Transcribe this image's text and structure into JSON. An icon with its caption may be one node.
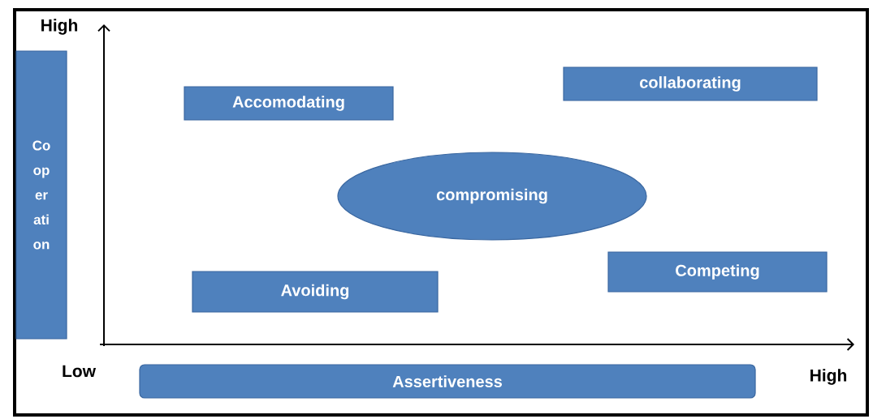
{
  "diagram": {
    "nodes": [
      {
        "text": [
          "Cooperation"
        ]
      },
      {
        "text": [
          "Accomodating"
        ]
      },
      {
        "text": [
          "collaborating"
        ]
      },
      {
        "text": [
          "compromising"
        ]
      },
      {
        "text": [
          "Avoiding"
        ]
      },
      {
        "text": [
          "Competing"
        ]
      },
      {
        "text": [
          "Assertiveness"
        ]
      }
    ],
    "labels": [
      "High",
      "Low",
      "High"
    ]
  }
}
